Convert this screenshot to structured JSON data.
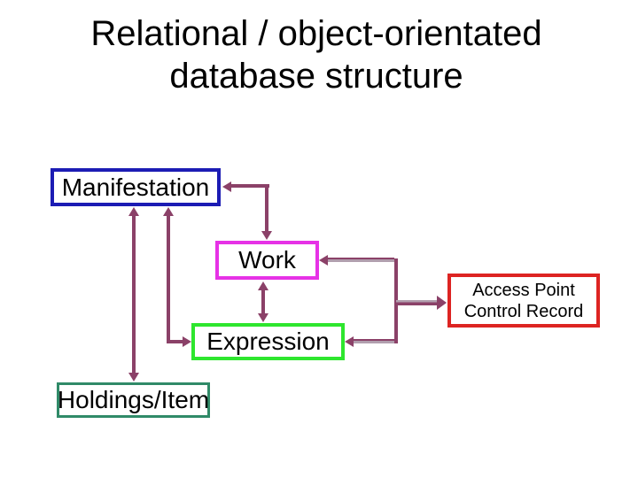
{
  "title": {
    "line1": "Relational / object-orientated",
    "line2": "database structure"
  },
  "boxes": {
    "manifestation": {
      "label": "Manifestation"
    },
    "work": {
      "label": "Work"
    },
    "expression": {
      "label": "Expression"
    },
    "holdings_item": {
      "label": "Holdings/Item"
    },
    "access_point_control_record": {
      "label_line1": "Access Point",
      "label_line2": "Control Record"
    }
  },
  "connectors": [
    {
      "between": [
        "Manifestation",
        "Work"
      ],
      "shape": "elbow",
      "arrows": "both-ends"
    },
    {
      "between": [
        "Work",
        "Expression"
      ],
      "shape": "straight-vertical",
      "arrows": "both-ends"
    },
    {
      "between": [
        "Manifestation",
        "Holdings/Item"
      ],
      "shape": "straight-vertical",
      "arrows": "both-ends"
    },
    {
      "between": [
        "Manifestation",
        "Expression"
      ],
      "shape": "elbow",
      "arrows": "both-ends"
    },
    {
      "between": [
        "Work",
        "Access Point Control Record"
      ],
      "shape": "branch",
      "arrows": "into-work-and-into-access-point"
    },
    {
      "between": [
        "Expression",
        "Access Point Control Record"
      ],
      "shape": "branch",
      "arrows": "into-expression-and-into-access-point"
    }
  ],
  "colors": {
    "background": "#ffffff",
    "text": "#000000",
    "manifestation_border": "#1c1cb4",
    "work_border": "#e632e6",
    "expression_border": "#2ee62e",
    "holdings_item_border": "#308a68",
    "access_point_border": "#dd2422",
    "connector_line": "#8b4168",
    "connector_line_light": "#b19fae"
  }
}
